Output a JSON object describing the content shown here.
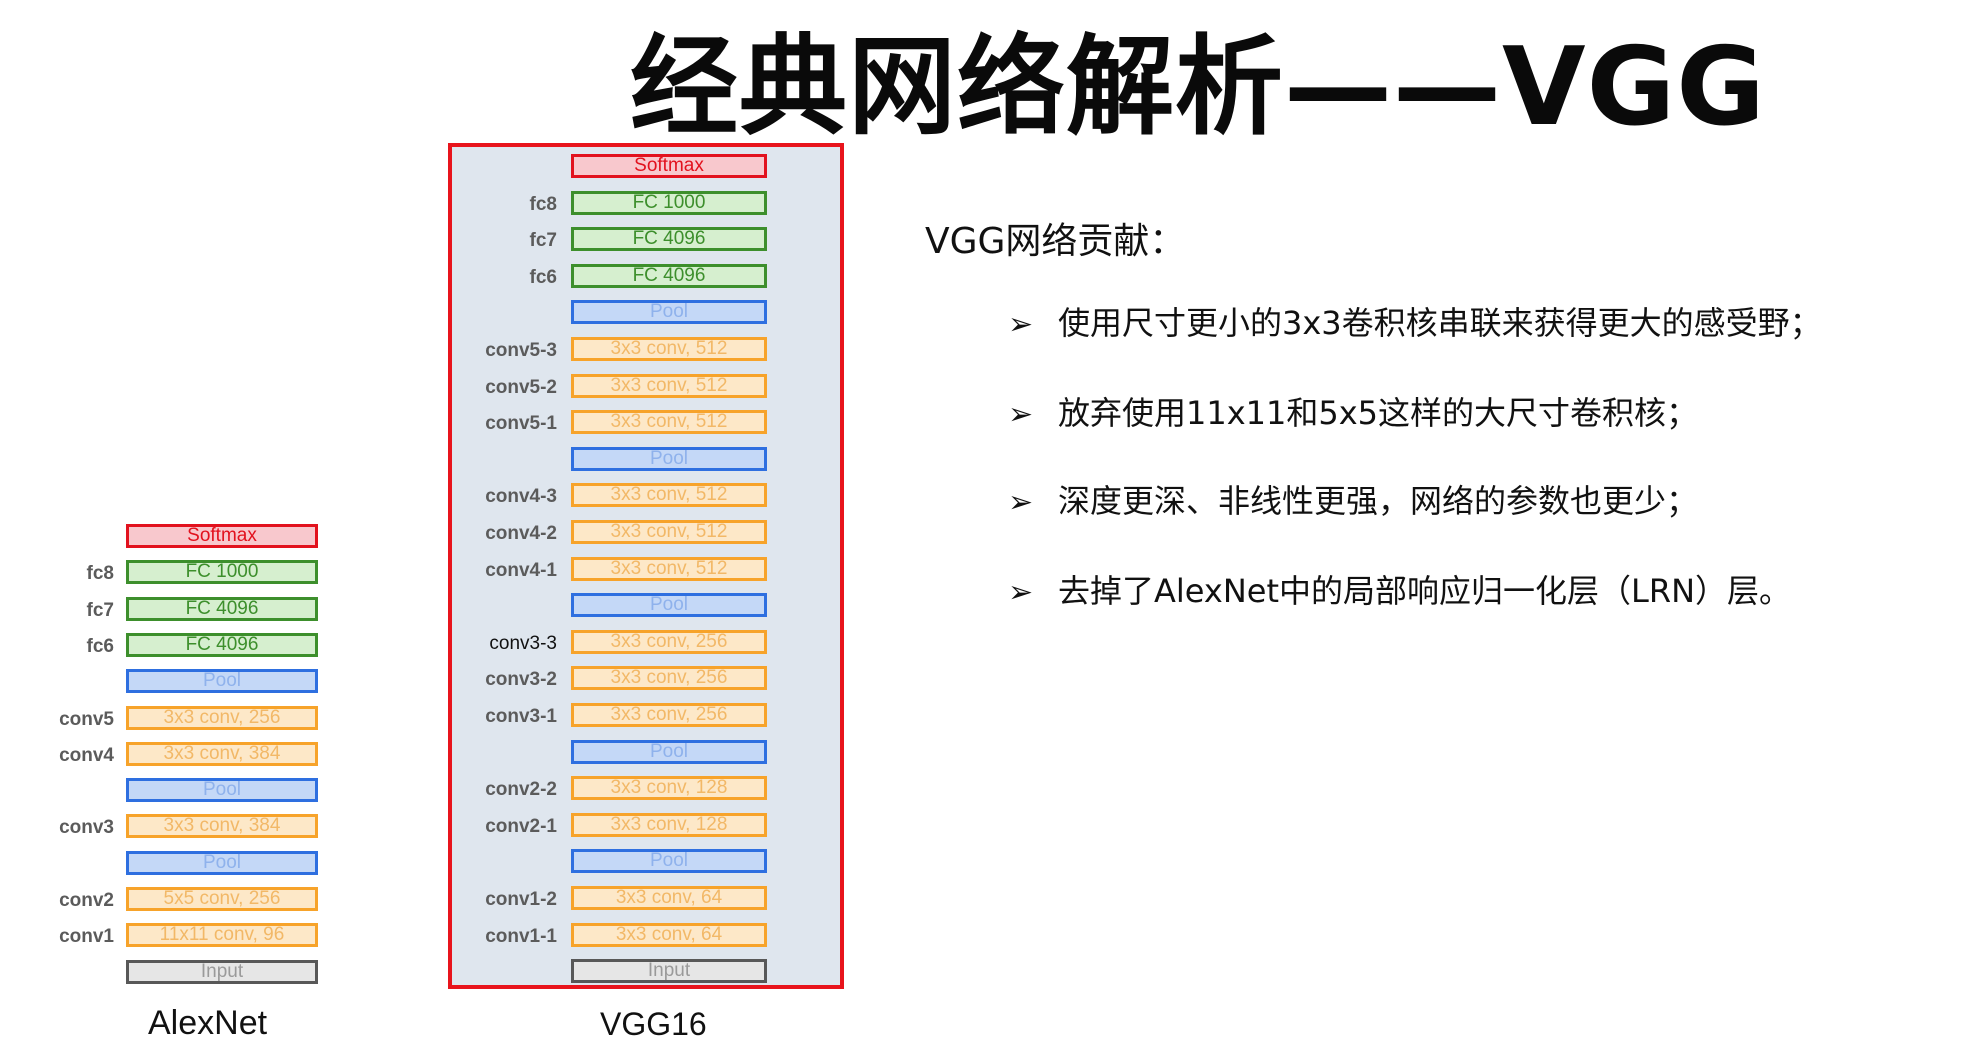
{
  "title": "经典网络解析——VGG",
  "alexnet": {
    "caption": "AlexNet",
    "layers": [
      {
        "label": "",
        "text": "Softmax",
        "kind": "softmax"
      },
      {
        "label": "fc8",
        "text": "FC 1000",
        "kind": "fc"
      },
      {
        "label": "fc7",
        "text": "FC 4096",
        "kind": "fc"
      },
      {
        "label": "fc6",
        "text": "FC 4096",
        "kind": "fc"
      },
      {
        "label": "",
        "text": "Pool",
        "kind": "pool"
      },
      {
        "label": "conv5",
        "text": "3x3 conv, 256",
        "kind": "conv"
      },
      {
        "label": "conv4",
        "text": "3x3 conv, 384",
        "kind": "conv"
      },
      {
        "label": "",
        "text": "Pool",
        "kind": "pool"
      },
      {
        "label": "conv3",
        "text": "3x3 conv, 384",
        "kind": "conv"
      },
      {
        "label": "",
        "text": "Pool",
        "kind": "pool"
      },
      {
        "label": "conv2",
        "text": "5x5 conv, 256",
        "kind": "conv"
      },
      {
        "label": "conv1",
        "text": "11x11 conv, 96",
        "kind": "conv"
      },
      {
        "label": "",
        "text": "Input",
        "kind": "input"
      }
    ]
  },
  "vgg16": {
    "caption": "VGG16",
    "layers": [
      {
        "label": "",
        "text": "Softmax",
        "kind": "softmax"
      },
      {
        "label": "fc8",
        "text": "FC 1000",
        "kind": "fc"
      },
      {
        "label": "fc7",
        "text": "FC 4096",
        "kind": "fc"
      },
      {
        "label": "fc6",
        "text": "FC 4096",
        "kind": "fc"
      },
      {
        "label": "",
        "text": "Pool",
        "kind": "pool"
      },
      {
        "label": "conv5-3",
        "text": "3x3 conv, 512",
        "kind": "conv"
      },
      {
        "label": "conv5-2",
        "text": "3x3 conv, 512",
        "kind": "conv"
      },
      {
        "label": "conv5-1",
        "text": "3x3 conv, 512",
        "kind": "conv"
      },
      {
        "label": "",
        "text": "Pool",
        "kind": "pool"
      },
      {
        "label": "conv4-3",
        "text": "3x3 conv, 512",
        "kind": "conv"
      },
      {
        "label": "conv4-2",
        "text": "3x3 conv, 512",
        "kind": "conv"
      },
      {
        "label": "conv4-1",
        "text": "3x3 conv, 512",
        "kind": "conv"
      },
      {
        "label": "",
        "text": "Pool",
        "kind": "pool"
      },
      {
        "label": "conv3-3",
        "text": "3x3 conv, 256",
        "kind": "conv",
        "dark": true
      },
      {
        "label": "conv3-2",
        "text": "3x3 conv, 256",
        "kind": "conv"
      },
      {
        "label": "conv3-1",
        "text": "3x3 conv, 256",
        "kind": "conv"
      },
      {
        "label": "",
        "text": "Pool",
        "kind": "pool"
      },
      {
        "label": "conv2-2",
        "text": "3x3 conv, 128",
        "kind": "conv"
      },
      {
        "label": "conv2-1",
        "text": "3x3 conv, 128",
        "kind": "conv"
      },
      {
        "label": "",
        "text": "Pool",
        "kind": "pool"
      },
      {
        "label": "conv1-2",
        "text": "3x3 conv, 64",
        "kind": "conv"
      },
      {
        "label": "conv1-1",
        "text": "3x3 conv, 64",
        "kind": "conv"
      },
      {
        "label": "",
        "text": "Input",
        "kind": "input"
      }
    ]
  },
  "contributions": {
    "heading": "VGG网络贡献：",
    "marker": "➢",
    "items": [
      "使用尺寸更小的3x3卷积核串联来获得更大的感受野；",
      "放弃使用11x11和5x5这样的大尺寸卷积核；",
      "深度更深、非线性更强，网络的参数也更少；",
      "去掉了AlexNet中的局部响应归一化层（LRN）层。"
    ]
  }
}
